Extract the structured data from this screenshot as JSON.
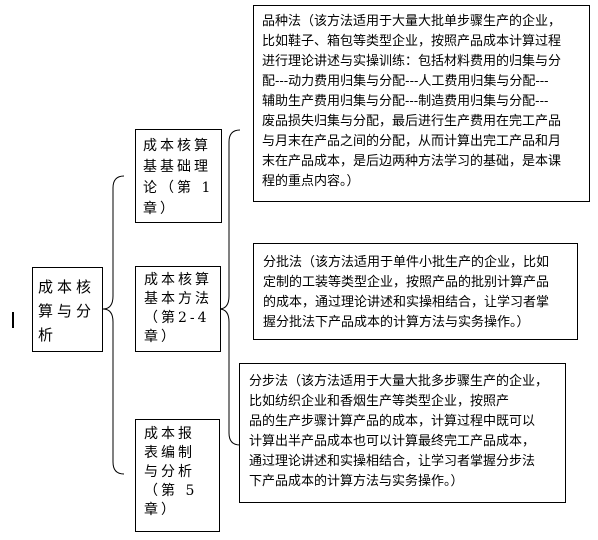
{
  "diagram": {
    "root": {
      "label": "成本核算与分析"
    },
    "categories": [
      {
        "label": "成本核算基基础理论（第 1章）"
      },
      {
        "label": "成本核算基本方法（第2-4章）"
      },
      {
        "label": "成本报表编制与分析（第 5章）"
      }
    ],
    "descriptions": [
      {
        "lines": [
          "品种法（该方法适用于大量大批单步骤生产的企业，",
          "比如鞋子、箱包等类型企业，按照产品成本计算过程",
          "进行理论讲述与实操训练：包括材料费用的归集与分",
          "配---动力费用归集与分配---人工费用归集与分配---",
          "辅助生产费用归集与分配---制造费用归集与分配---",
          "废品损失归集与分配，最后进行生产费用在完工产品",
          "与月末在产品之间的分配，从而计算出完工产品和月",
          "末在产品成本，是后边两种方法学习的基础，是本课",
          "程的重点内容。）"
        ]
      },
      {
        "lines": [
          "分批法（该方法适用于单件小批生产的企业，比如",
          "定制的工装等类型企业，按照产品的批别计算产品",
          "的成本，通过理论讲述和实操相结合，让学习者掌",
          "握分批法下产品成本的计算方法与实务操作。）"
        ]
      },
      {
        "lines": [
          "分步法（该方法适用于大量大批多步骤生产的企业，",
          "比如纺织企业和香烟生产等类型企业，按照产",
          "品的生产步骤计算产品的成本，计算过程中既可以",
          "计算出半产品成本也可以计算最终完工产品成本，",
          "通过理论讲述和实操相结合，让学习者掌握分步法",
          "下产品成本的计算方法与实务操作。）"
        ]
      }
    ]
  }
}
